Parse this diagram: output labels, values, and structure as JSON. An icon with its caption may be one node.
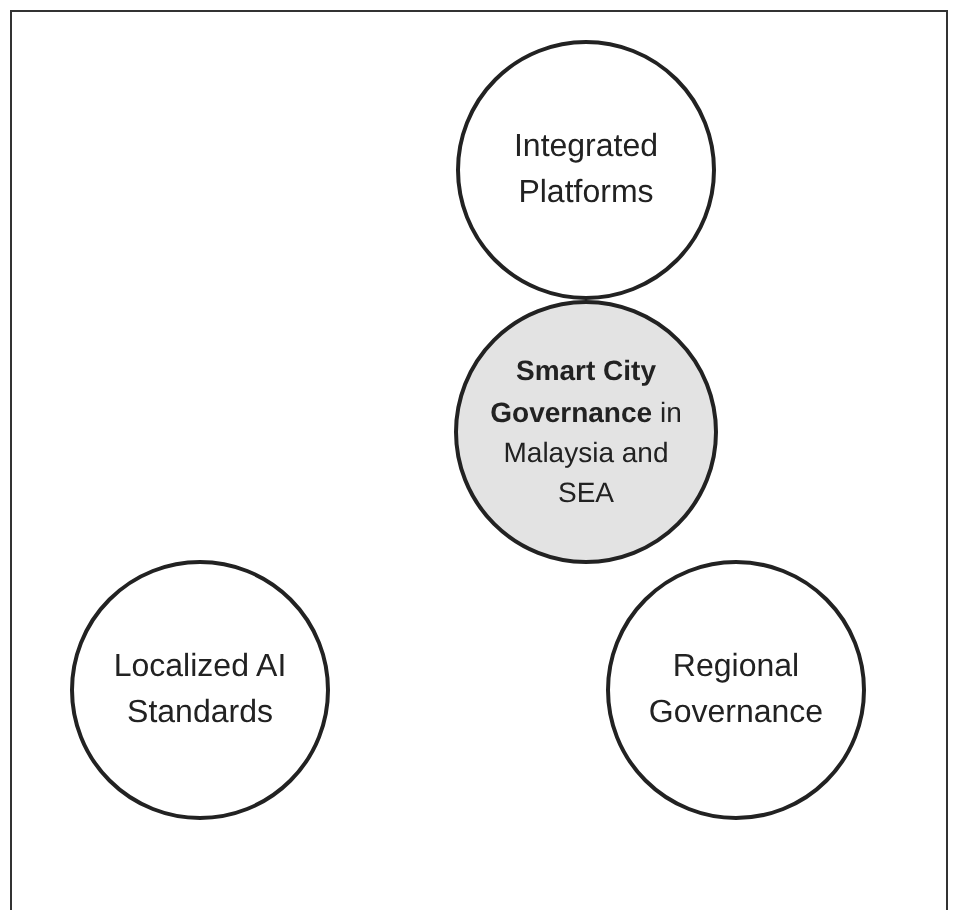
{
  "diagram": {
    "nodes": [
      {
        "text": [
          "Integrated Platforms"
        ]
      },
      {
        "text": [
          "**Smart City Governance** in Malaysia and SEA"
        ]
      },
      {
        "text": [
          "Localized AI Standards"
        ]
      },
      {
        "text": [
          "Regional Governance"
        ]
      }
    ]
  }
}
